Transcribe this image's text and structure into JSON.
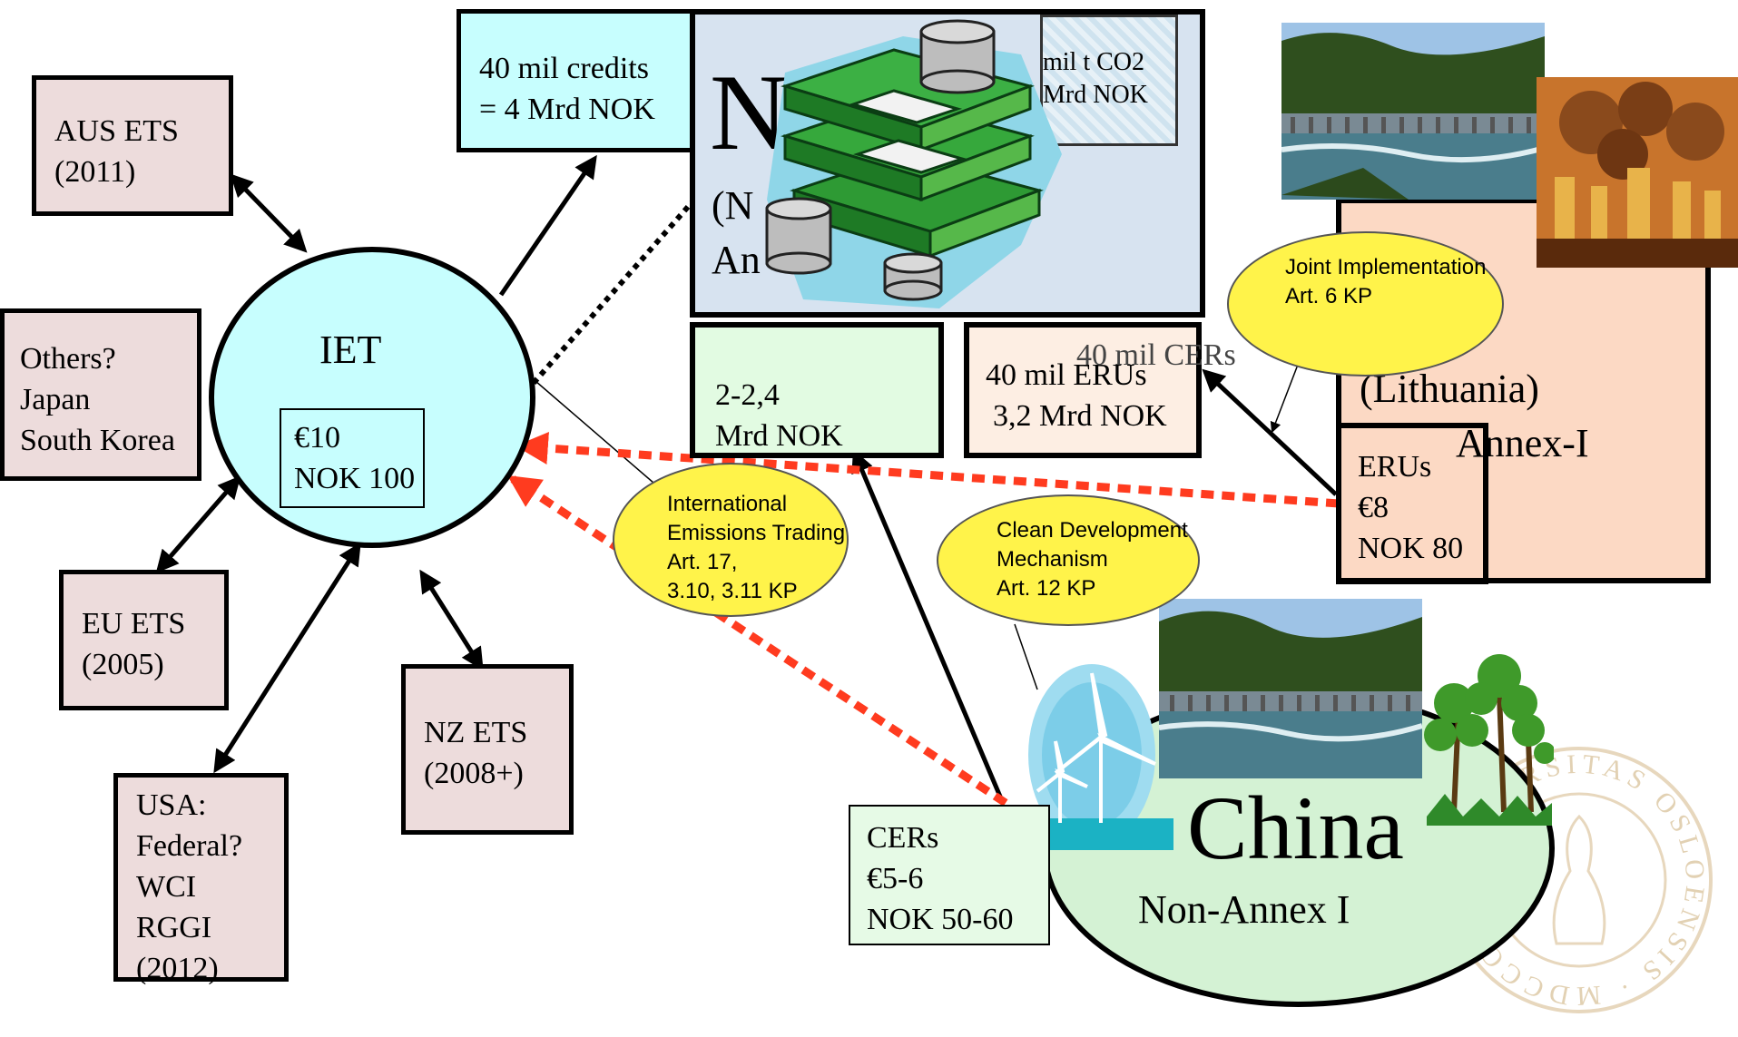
{
  "diagram": {
    "iet": {
      "title": "IET",
      "price_eur": "€10",
      "price_nok": "NOK 100"
    },
    "markets": [
      {
        "name": "AUS ETS",
        "year": "(2011)"
      },
      {
        "name": "Others?",
        "line2": "Japan",
        "line3": "South Korea"
      },
      {
        "name": "EU ETS",
        "year": "(2005)"
      },
      {
        "name": "USA:",
        "line2": "Federal?",
        "line3": "WCI",
        "line4": "RGGI",
        "year": "(2012)"
      },
      {
        "name": "NZ ETS",
        "year": "(2008+)"
      }
    ],
    "credits_box": {
      "line1": "40 mil credits",
      "line2": "= 4 Mrd NOK"
    },
    "norway_box": {
      "title_fragment": "N",
      "line2_fragment": "(N",
      "line3_fragment": "An"
    },
    "hidden_box": {
      "line1": "mil t CO2",
      "line2": "Mrd NOK"
    },
    "iet_cost_box": {
      "line1": "2-2,4",
      "line2": "Mrd NOK"
    },
    "eru_box": {
      "overlap": "40 mil CERs",
      "line1": "40 mil ERUs",
      "line2": "3,2 Mrd NOK"
    },
    "lithuania": {
      "name": "(Lithuania)",
      "annex": "Annex-I",
      "units": "ERUs",
      "price_eur": "€8",
      "price_nok": "NOK 80"
    },
    "china": {
      "name": "China",
      "annex": "Non-Annex I"
    },
    "cers_box": {
      "units": "CERs",
      "price_eur": "€5-6",
      "price_nok": "NOK 50-60"
    },
    "mechanisms": [
      {
        "line1": "Joint Implementation",
        "line2": "Art. 6 KP"
      },
      {
        "line1": "International",
        "line2": "Emissions Trading",
        "line3": "Art. 17,",
        "line4": "3.10, 3.11 KP"
      },
      {
        "line1": "Clean Development",
        "line2": "Mechanism",
        "line3": "Art. 12 KP"
      }
    ],
    "seal": {
      "text": "UNIVERSITAS OSLOENSIS · MDCCCXI"
    }
  }
}
